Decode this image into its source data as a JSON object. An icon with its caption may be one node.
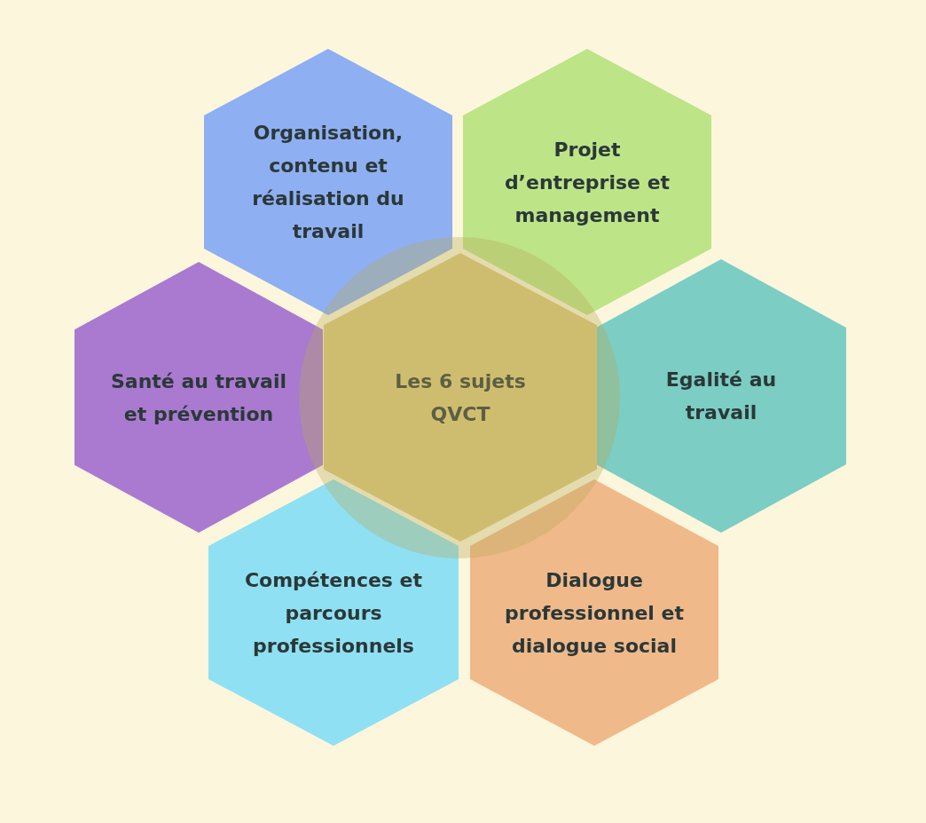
{
  "diagram": {
    "nodes": [
      {
        "text": [
          "Organisation, contenu et réalisation du travail"
        ]
      },
      {
        "text": [
          "Projet d’entreprise et management"
        ]
      },
      {
        "text": [
          "Santé au travail et prévention"
        ]
      },
      {
        "text": [
          "Les 6 sujets QVCT"
        ]
      },
      {
        "text": [
          "Egalité au travail"
        ]
      },
      {
        "text": [
          "Compétences et parcours professionnels"
        ]
      },
      {
        "text": [
          "Dialogue professionnel et dialogue social"
        ]
      }
    ]
  }
}
